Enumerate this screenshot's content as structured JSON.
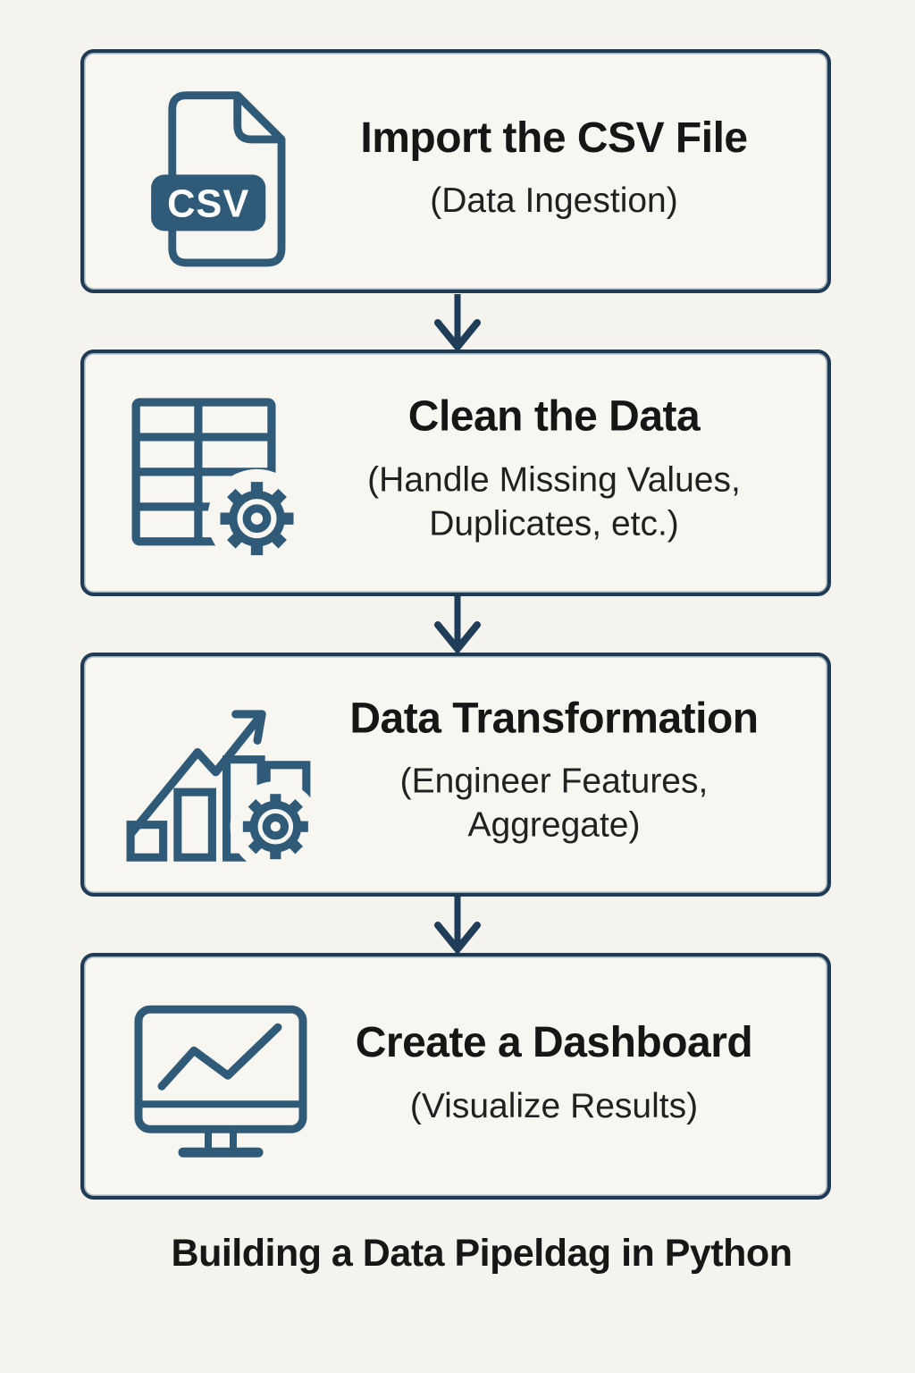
{
  "colors": {
    "page_background": "#f5f3ee",
    "box_background": "#f8f6f1",
    "box_border": "#1e3a54",
    "icon_stroke": "#2f5a78",
    "arrow": "#1f3c58",
    "title_text": "#161616",
    "subtitle_text": "#212121",
    "csv_badge_fill": "#2f5a78",
    "csv_badge_text": "#ffffff"
  },
  "steps": [
    {
      "title": "Import the CSV File",
      "subtitle": "(Data Ingestion)",
      "icon": "csv-file-icon",
      "badge_label": "CSV"
    },
    {
      "title": "Clean the Data",
      "subtitle": "(Handle Missing Values, Duplicates, etc.)",
      "icon": "table-gear-icon"
    },
    {
      "title": "Data Transformation",
      "subtitle": "(Engineer Features, Aggregate)",
      "icon": "chart-growth-gear-icon"
    },
    {
      "title": "Create a Dashboard",
      "subtitle": "(Visualize Results)",
      "icon": "monitor-chart-icon"
    }
  ],
  "caption": "Building a Data Pipeldag in Python"
}
